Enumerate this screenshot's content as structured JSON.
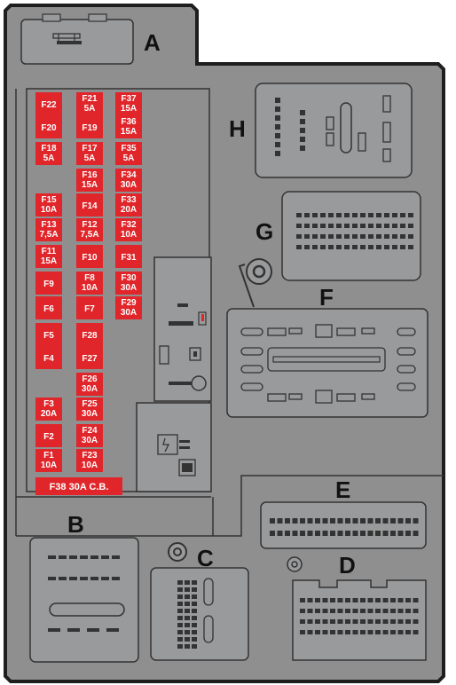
{
  "colors": {
    "panel": "#8f8f90",
    "outline": "#1e1e1e",
    "fuse": "#e0262a",
    "connector": "#999a9b",
    "pin": "#333333"
  },
  "sections": {
    "A": "A",
    "B": "B",
    "C": "C",
    "D": "D",
    "E": "E",
    "F": "F",
    "G": "G",
    "H": "H"
  },
  "circuit_breaker": "F38 30A C.B.",
  "fuses": [
    {
      "id": "f22",
      "lines": [
        "F22"
      ]
    },
    {
      "id": "f21",
      "lines": [
        "F21",
        "5A"
      ]
    },
    {
      "id": "f37",
      "lines": [
        "F37",
        "15A"
      ]
    },
    {
      "id": "f20",
      "lines": [
        "F20"
      ]
    },
    {
      "id": "f19",
      "lines": [
        "F19"
      ]
    },
    {
      "id": "f36",
      "lines": [
        "F36",
        "15A"
      ]
    },
    {
      "id": "f18",
      "lines": [
        "F18",
        "5A"
      ]
    },
    {
      "id": "f17",
      "lines": [
        "F17",
        "5A"
      ]
    },
    {
      "id": "f35",
      "lines": [
        "F35",
        "5A"
      ]
    },
    {
      "id": "f16",
      "lines": [
        "F16",
        "15A"
      ]
    },
    {
      "id": "f34",
      "lines": [
        "F34",
        "30A"
      ]
    },
    {
      "id": "f15",
      "lines": [
        "F15",
        "10A"
      ]
    },
    {
      "id": "f14",
      "lines": [
        "F14"
      ]
    },
    {
      "id": "f33",
      "lines": [
        "F33",
        "20A"
      ]
    },
    {
      "id": "f13",
      "lines": [
        "F13",
        "7,5A"
      ]
    },
    {
      "id": "f12",
      "lines": [
        "F12",
        "7,5A"
      ]
    },
    {
      "id": "f32",
      "lines": [
        "F32",
        "10A"
      ]
    },
    {
      "id": "f11",
      "lines": [
        "F11",
        "15A"
      ]
    },
    {
      "id": "f10",
      "lines": [
        "F10"
      ]
    },
    {
      "id": "f31",
      "lines": [
        "F31"
      ]
    },
    {
      "id": "f9",
      "lines": [
        "F9"
      ]
    },
    {
      "id": "f8",
      "lines": [
        "F8",
        "10A"
      ]
    },
    {
      "id": "f30",
      "lines": [
        "F30",
        "30A"
      ]
    },
    {
      "id": "f6",
      "lines": [
        "F6"
      ]
    },
    {
      "id": "f7",
      "lines": [
        "F7"
      ]
    },
    {
      "id": "f29",
      "lines": [
        "F29",
        "30A"
      ]
    },
    {
      "id": "f5",
      "lines": [
        "F5"
      ]
    },
    {
      "id": "f28",
      "lines": [
        "F28"
      ]
    },
    {
      "id": "f4",
      "lines": [
        "F4"
      ]
    },
    {
      "id": "f27",
      "lines": [
        "F27"
      ]
    },
    {
      "id": "f26",
      "lines": [
        "F26",
        "30A"
      ]
    },
    {
      "id": "f3",
      "lines": [
        "F3",
        "20A"
      ]
    },
    {
      "id": "f25",
      "lines": [
        "F25",
        "30A"
      ]
    },
    {
      "id": "f2",
      "lines": [
        "F2"
      ]
    },
    {
      "id": "f24",
      "lines": [
        "F24",
        "30A"
      ]
    },
    {
      "id": "f1",
      "lines": [
        "F1",
        "10A"
      ]
    },
    {
      "id": "f23",
      "lines": [
        "F23",
        "10A"
      ]
    }
  ]
}
